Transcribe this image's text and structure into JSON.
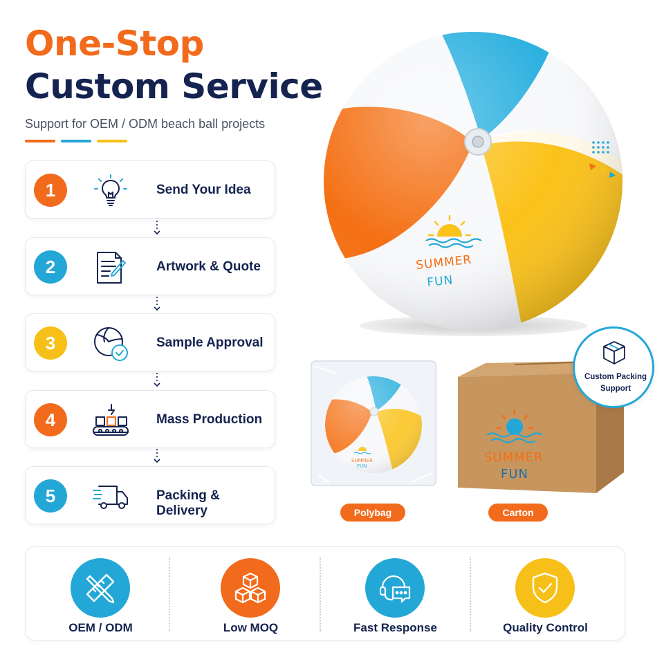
{
  "header": {
    "title_line1": "One-Stop",
    "title_line2": "Custom Service",
    "subtitle": "Support for OEM / ODM beach ball projects"
  },
  "colors": {
    "orange": "#f26b1d",
    "blue": "#23a7d6",
    "yellow": "#f7c018",
    "navy": "#14234f"
  },
  "steps": [
    {
      "number": "1",
      "label": "Send Your Idea",
      "icon": "lightbulb-icon"
    },
    {
      "number": "2",
      "label": "Artwork & Quote",
      "icon": "document-pen-icon"
    },
    {
      "number": "3",
      "label": "Sample Approval",
      "icon": "ball-check-icon"
    },
    {
      "number": "4",
      "label": "Mass Production",
      "icon": "conveyor-icon"
    },
    {
      "number": "5",
      "label": "Packing & Delivery",
      "icon": "truck-icon"
    }
  ],
  "product": {
    "ball_logo_line1": "SUMMER",
    "ball_logo_line2": "FUN",
    "polybag_label": "Polybag",
    "carton_label": "Carton",
    "carton_logo_line1": "SUMMER",
    "carton_logo_line2": "FUN",
    "badge_line1": "Custom Packing",
    "badge_line2": "Support",
    "badge_icon": "box-icon"
  },
  "features": [
    {
      "label": "OEM / ODM",
      "icon": "pencil-ruler-icon"
    },
    {
      "label": "Low MOQ",
      "icon": "boxes-icon"
    },
    {
      "label": "Fast Response",
      "icon": "headset-chat-icon"
    },
    {
      "label": "Quality Control",
      "icon": "shield-check-icon"
    }
  ]
}
